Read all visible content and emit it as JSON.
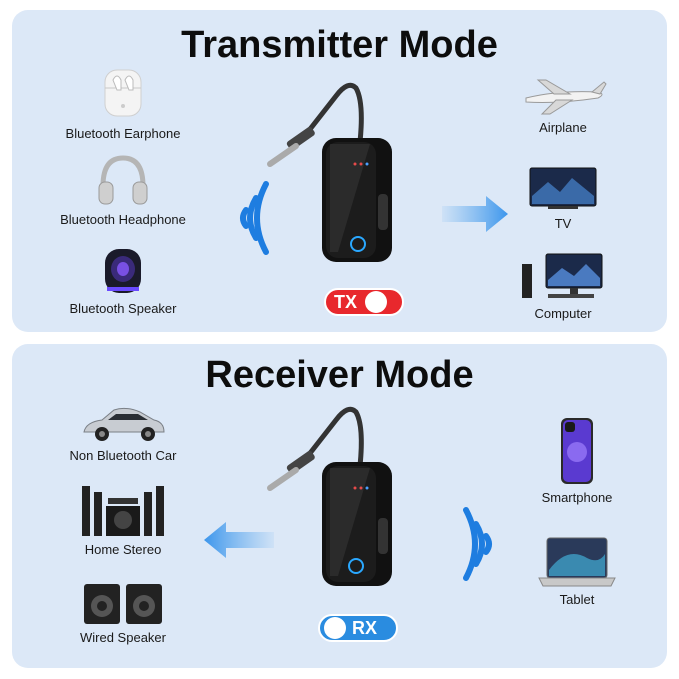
{
  "transmitter": {
    "title": "Transmitter Mode",
    "badge": "TX",
    "badge_color": "#e8282d",
    "sources": [
      {
        "label": "Bluetooth Earphone",
        "icon": "earbuds-case-icon"
      },
      {
        "label": "Bluetooth Headphone",
        "icon": "headphone-icon"
      },
      {
        "label": "Bluetooth Speaker",
        "icon": "speaker-icon"
      }
    ],
    "targets": [
      {
        "label": "Airplane",
        "icon": "airplane-icon"
      },
      {
        "label": "TV",
        "icon": "tv-icon"
      },
      {
        "label": "Computer",
        "icon": "computer-icon"
      }
    ]
  },
  "receiver": {
    "title": "Receiver Mode",
    "badge": "RX",
    "badge_color": "#2a8ce0",
    "outputs": [
      {
        "label": "Non Bluetooth Car",
        "icon": "car-icon"
      },
      {
        "label": "Home Stereo",
        "icon": "home-stereo-icon"
      },
      {
        "label": "Wired Speaker",
        "icon": "wired-speaker-icon"
      }
    ],
    "sources": [
      {
        "label": "Smartphone",
        "icon": "smartphone-icon"
      },
      {
        "label": "Tablet",
        "icon": "laptop-icon"
      }
    ]
  },
  "colors": {
    "panel": "#dce8f7",
    "arrow": "#5aa8ee",
    "wave": "#1e7de0"
  }
}
